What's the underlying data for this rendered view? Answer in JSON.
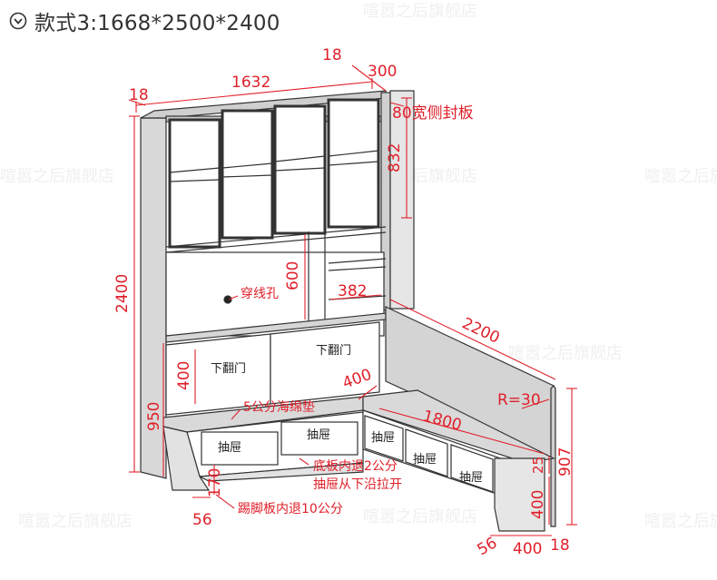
{
  "header": {
    "title": "款式3:1668*2500*2400",
    "icon": "chevron-down-circle-icon"
  },
  "watermark": "喧嚣之后旗舰店",
  "dimensions": {
    "top_thickness": "18",
    "depth_top": "18",
    "depth": "300",
    "width": "1632",
    "left_thickness": "18",
    "side_panel": "80宽侧封板",
    "upper_height": "832",
    "total_height": "2400",
    "niche_height": "600",
    "shelf_width": "382",
    "bench_length": "2200",
    "bench_depth": "400",
    "radius": "R=30",
    "inner_length": "1800",
    "flap_height": "400",
    "desk_height": "950",
    "right_height": "907",
    "drawer_gap": "25",
    "bench_side": "400",
    "kick_height": "170",
    "kick_recess_left": "56",
    "kick_recess_right": "56",
    "bottom_depth": "400",
    "bottom_thickness": "18"
  },
  "labels": {
    "cable_hole": "穿线孔",
    "flap_door_left": "下翻门",
    "flap_door_right": "下翻门",
    "cushion": "5公分海绵垫",
    "drawer": "抽屉",
    "bottom_recess": "底板内退2公分",
    "drawer_pull": "抽屉从下沿拉开",
    "kick_recess": "踢脚板内退10公分"
  }
}
